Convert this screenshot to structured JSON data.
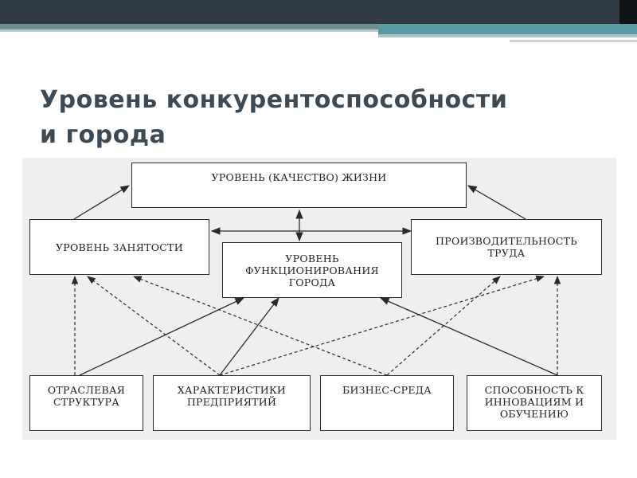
{
  "slide": {
    "title": "Уровень конкурентоспособности\nи города"
  },
  "diagram": {
    "top": "УРОВЕНЬ (КАЧЕСТВО) ЖИЗНИ",
    "middle": {
      "left": "УРОВЕНЬ ЗАНЯТОСТИ",
      "center": "УРОВЕНЬ\nФУНКЦИОНИРОВАНИЯ\nГОРОДА",
      "right": "ПРОИЗВОДИТЕЛЬНОСТЬ\nТРУДА"
    },
    "bottom": {
      "b1": "ОТРАСЛЕВАЯ\nСТРУКТУРА",
      "b2": "ХАРАКТЕРИСТИКИ\nПРЕДПРИЯТИЙ",
      "b3": "БИЗНЕС-СРЕДА",
      "b4": "СПОСОБНОСТЬ К\nИННОВАЦИЯМ И\nОБУЧЕНИЮ"
    },
    "colors": {
      "stroke": "#2a2a2a",
      "panel": "#efefef",
      "title": "#3d4a54"
    }
  }
}
